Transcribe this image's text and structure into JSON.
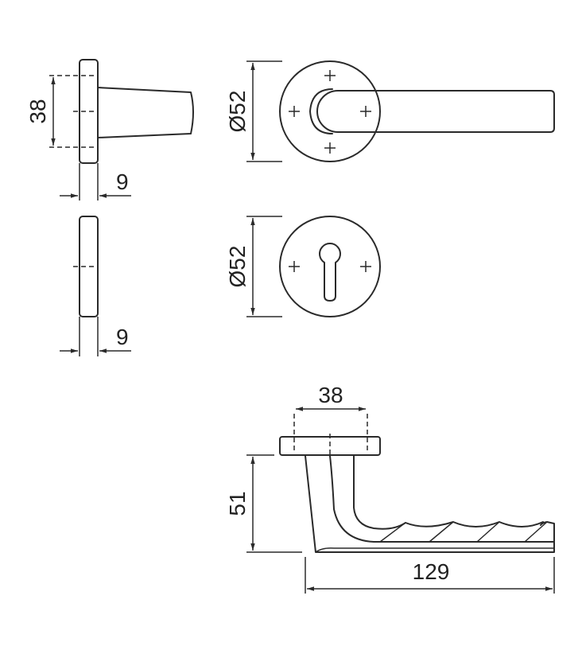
{
  "views": {
    "lever_side": {
      "width_dim": "38",
      "depth_dim": "9"
    },
    "lever_front": {
      "diameter_dim": "Ø52"
    },
    "escutcheon_side": {
      "depth_dim": "9"
    },
    "escutcheon_front": {
      "diameter_dim": "Ø52"
    },
    "lever_top": {
      "rose_dim": "38",
      "projection_dim": "51",
      "length_dim": "129"
    }
  },
  "colors": {
    "line": "#2a2a2a",
    "background": "#ffffff"
  }
}
